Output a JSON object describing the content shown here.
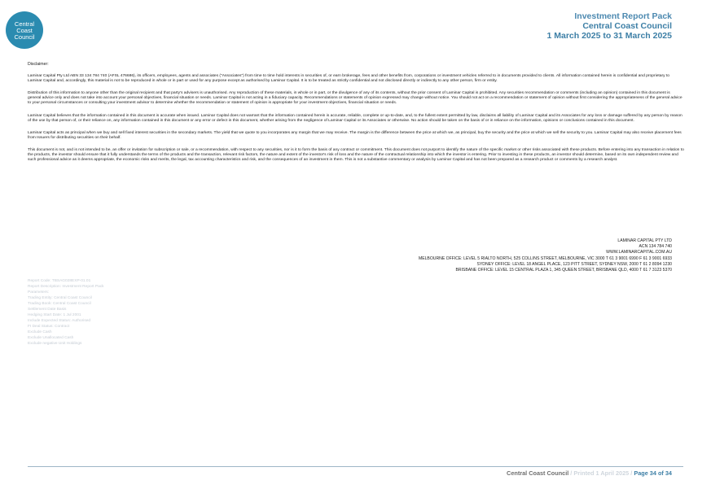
{
  "logo": {
    "line1": "Central",
    "line2": "Coast",
    "line3": "Council",
    "color": "#2b8bb0"
  },
  "header": {
    "pack_title": "Investment Report Pack",
    "entity": "Central Coast Council",
    "period": "1 March 2025 to 31 March 2025"
  },
  "disclaimer": {
    "title": "Disclaimer:",
    "paragraphs": [
      "Laminar Capital Pty Ltd ABN 33 134 784 740 (AFSL 476686), its officers, employees, agents and associates (\"Associates\") from time to time hold interests in securities of, or earn brokerage, fees and other benefits from, corporations or investment vehicles referred to in documents provided to clients. All information contained herein is confidential and proprietary to Laminar Capital and, accordingly, this material is not to be reproduced in whole or in part or used for any purpose except as authorised by Laminar Capital. It is to be treated as strictly confidential and not disclosed directly or indirectly to any other person, firm or entity.",
      "Distribution of this information to anyone other than the original recipient and that party's advisers is unauthorised. Any reproduction of these materials, in whole or in part, or the divulgence of any of its contents, without the prior consent of Laminar Capital is prohibited. Any securities recommendation or comments (including an opinion) contained in this document is general advice only and does not take into account your personal objectives, financial situation or needs. Laminar Capital is not acting in a fiduciary capacity. Recommendations or statements of opinion expressed may change without notice. You should not act on a recommendation or statement of opinion without first considering the appropriateness of the general advice to your personal circumstances or consulting your investment advisor to determine whether the recommendation or statement of opinion is appropriate for your investment objectives, financial situation or needs.",
      "Laminar Capital believes that the information contained in this document is accurate when issued. Laminar Capital does not warrant that the information contained herein is accurate, reliable, complete or up-to-date, and, to the fullest extent permitted by law, disclaims all liability of Laminar Capital and its Associates for any loss or damage suffered by any person by reason of the use by that person of, or their reliance on, any information contained in this document or any error or defect in this document, whether arising from the negligence of Laminar Capital or its Associates or otherwise. No action should be taken on the basis of or in reliance on the information, opinions or conclusions contained in this document.",
      "Laminar Capital acts as principal when we buy and sell fixed interest securities in the secondary markets. The yield that we quote to you incorporates any margin that we may receive. The margin is the difference between the price at which we, as principal, buy the security and the price at which we sell the security to you. Laminar Capital may also receive placement fees from Issuers for distributing securities on their behalf.",
      "This document is not, and is not intended to be, an offer or invitation for subscription or sale, or a recommendation, with respect to any securities, nor is it to form the basis of any contract or commitment. This document does not purport to identify the nature of the specific market or other risks associated with these products. Before entering into any transaction in relation to the products, the investor should ensure that it fully understands the terms of the products and the transaction, relevant risk factors, the nature and extent of the investor's risk of loss and the nature of the contractual relationship into which the investor is entering. Prior to investing in these products, an investor should determine, based on its own independent review and such professional advice as it deems appropriate, the economic risks and merits, the legal, tax accounting characteristics and risk, and the consequences of an investment in them. This is not a substantive commentary or analysis by Laminar Capital and has not been prepared as a research product or comments by a research analyst."
    ]
  },
  "company": {
    "name": "LAMINAR CAPITAL PTY LTD",
    "acn": "ACN 134 784 740",
    "website": "WWW.LAMINARCAPITAL.COM.AU"
  },
  "offices": [
    "MELBOURNE OFFICE: LEVEL 5 RIALTO NORTH, 525 COLLINS STREET, MELBOURNE, VIC 3000 T 61 3 9001 6990 F 61 3 9001 6933",
    "SYDNEY OFFICE: LEVEL 18 ANGEL PLACE, 123 PITT STREET, SYDNEY NSW, 2000 T 61 2 8094 1230",
    "BRISBANE OFFICE: LEVEL 15 CENTRAL PLAZA 1, 345 QUEEN STREET, BRISBANE QLD, 4000 T 61 7 3123 5370"
  ],
  "report_meta": [
    "Report Code: TBSAG028EXP-01.01",
    "Report Description: Investment Report Pack",
    "Parameters:",
    "Trading Entity: Central Coast Council",
    "Trading Book: Central Coast Council",
    "Settlement Date Basis",
    "Hedging Start Date: 1 Jul 2001",
    "Include Expected Status: Authorised",
    "FI Deal Status: Contract",
    "Exclude Cash",
    "Exclude Unallocated Cash",
    "Exclude negative Unit Holdings"
  ],
  "footer": {
    "entity": "Central Coast Council",
    "sep1": " / ",
    "printed": "Printed 1 April 2025",
    "sep2": " / ",
    "page": "Page 34 of 34"
  }
}
